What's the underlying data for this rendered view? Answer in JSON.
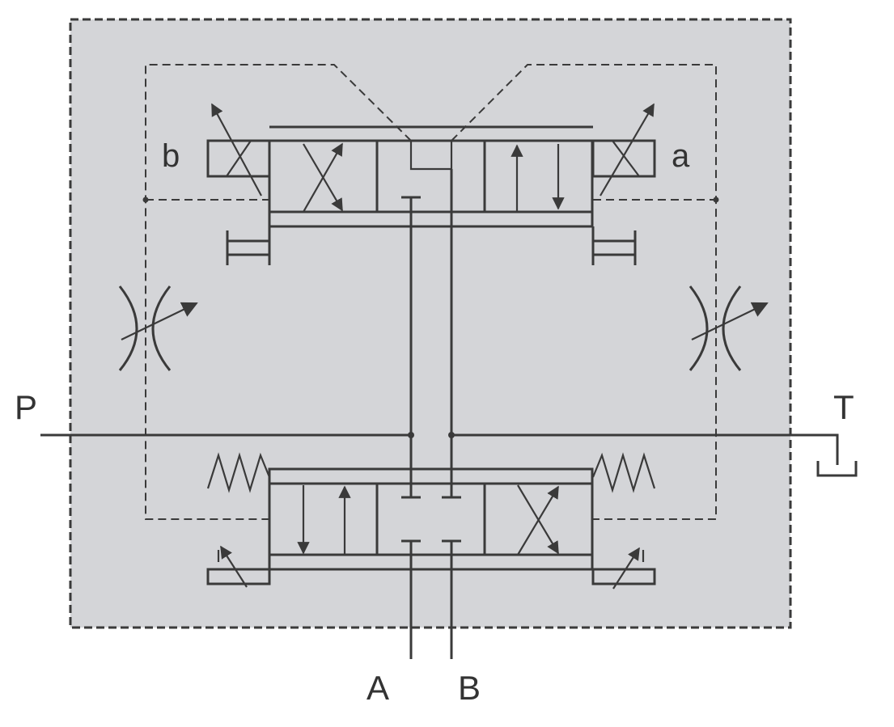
{
  "labels": {
    "solenoid_b": "b",
    "solenoid_a": "a",
    "port_p": "P",
    "port_t": "T",
    "port_a": "A",
    "port_b": "B"
  },
  "colors": {
    "body_fill": "#d4d5d8",
    "line": "#3a3a3a",
    "background": "#ffffff"
  }
}
